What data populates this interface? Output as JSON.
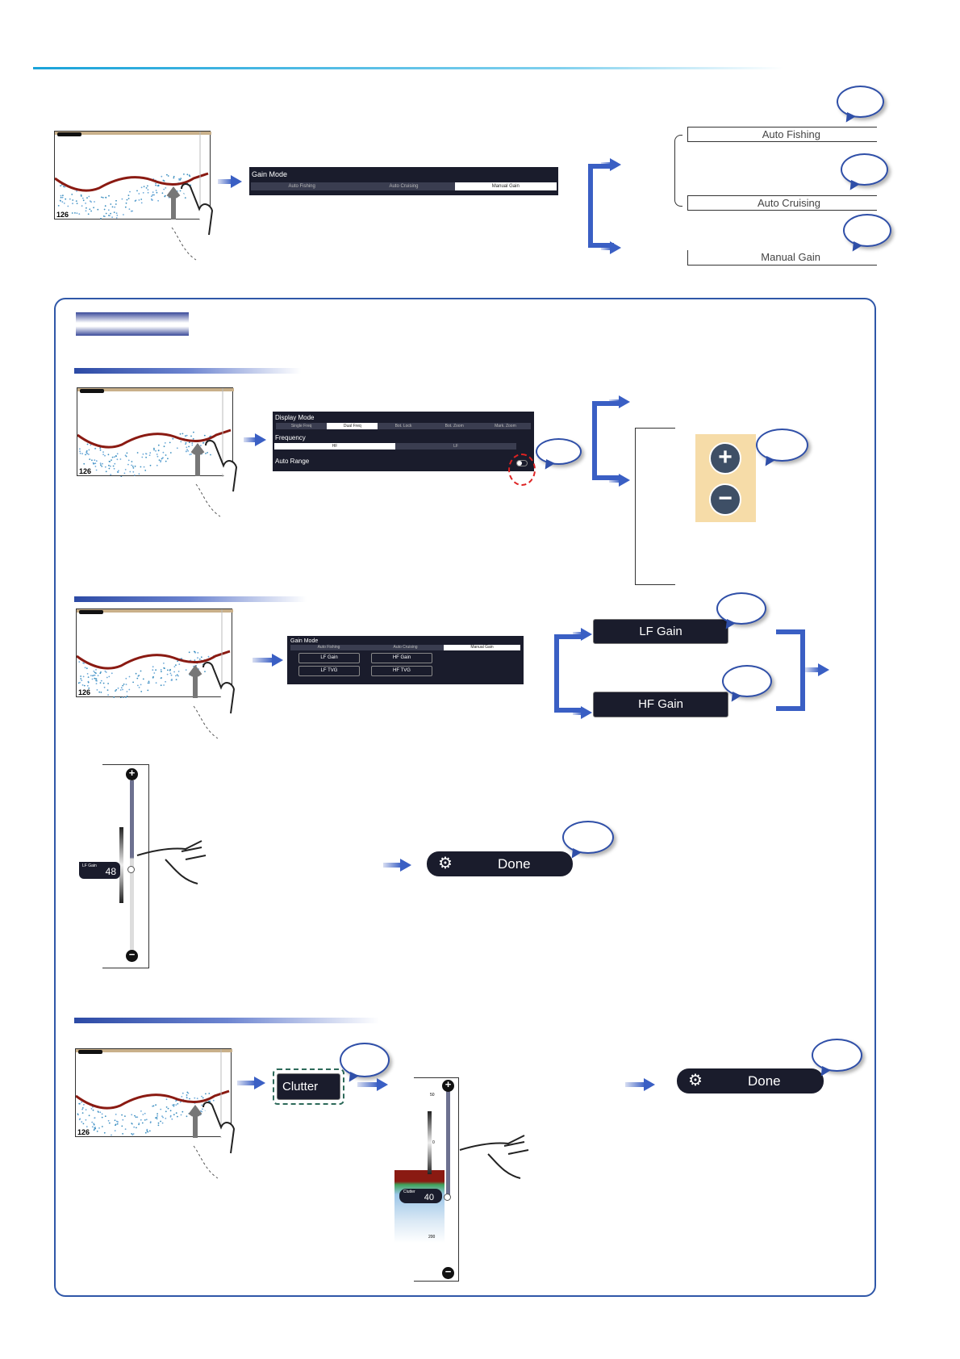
{
  "gain_mode_panel": {
    "title": "Gain Mode",
    "options": [
      "Auto Fishing",
      "Auto Cruising",
      "Manual Gain"
    ],
    "selected": "Manual Gain"
  },
  "mode_choices": [
    "Auto Fishing",
    "Auto Cruising",
    "Manual Gain"
  ],
  "sonar_thumbnail": {
    "depth": "126"
  },
  "display_mode_panel": {
    "title": "Display Mode",
    "modes": [
      "Single Freq",
      "Dual Freq",
      "Bot. Lock",
      "Bot. Zoom",
      "Mark. Zoom"
    ],
    "selected_mode": "Dual Freq",
    "frequency_label": "Frequency",
    "frequencies": [
      "HF",
      "LF"
    ],
    "selected_frequency": "HF",
    "auto_range_label": "Auto Range",
    "auto_range_on": true
  },
  "zoom_buttons": {
    "plus": "+",
    "minus": "−"
  },
  "manual_gain_panel": {
    "title": "Gain Mode",
    "options": [
      "Auto Fishing",
      "Auto Cruising",
      "Manual Gain"
    ],
    "selected": "Manual Gain",
    "buttons": [
      "LF Gain",
      "HF Gain",
      "LF TVG",
      "HF TVG"
    ]
  },
  "gain_buttons": {
    "lf": "LF Gain",
    "hf": "HF Gain"
  },
  "lf_gain_slider": {
    "label": "LF Gain",
    "value": "48",
    "plus": "+",
    "minus": "−"
  },
  "done_button": {
    "label": "Done",
    "icon": "gears-icon"
  },
  "clutter_button": {
    "label": "Clutter"
  },
  "clutter_slider": {
    "label": "Clutter",
    "value": "40",
    "ticks": [
      "50",
      "0",
      "200"
    ],
    "plus": "+",
    "minus": "−"
  },
  "colors": {
    "accent": "#3a5fc4",
    "frame": "#2f57a8",
    "panel": "#1a1c2c",
    "zoom_bg": "#f6dca8"
  }
}
